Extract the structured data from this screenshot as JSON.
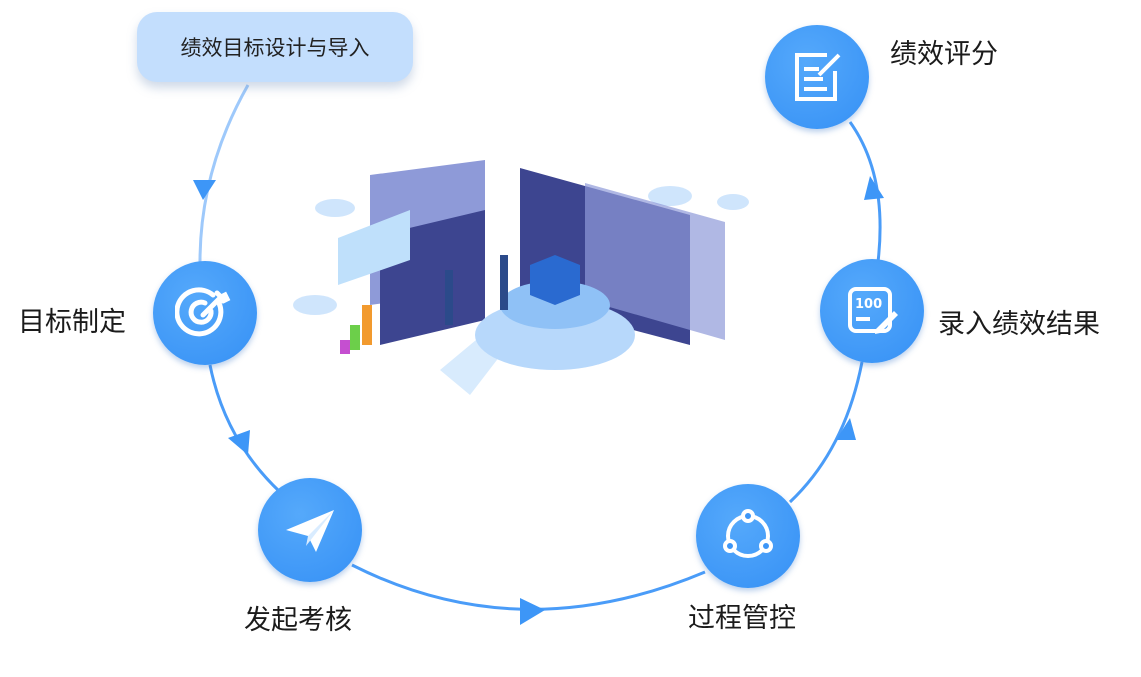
{
  "start": {
    "label": "绩效目标设计与导入"
  },
  "steps": [
    {
      "label": "目标制定",
      "icon": "target-icon"
    },
    {
      "label": "发起考核",
      "icon": "paper-plane-icon"
    },
    {
      "label": "过程管控",
      "icon": "cycle-nodes-icon"
    },
    {
      "label": "录入绩效结果",
      "icon": "score-edit-icon",
      "icon_text": "100"
    },
    {
      "label": "绩效评分",
      "icon": "document-edit-icon"
    }
  ],
  "colors": {
    "accent": "#3d96f7",
    "line": "#4a9cf8",
    "start_bg": "#c3defd"
  }
}
